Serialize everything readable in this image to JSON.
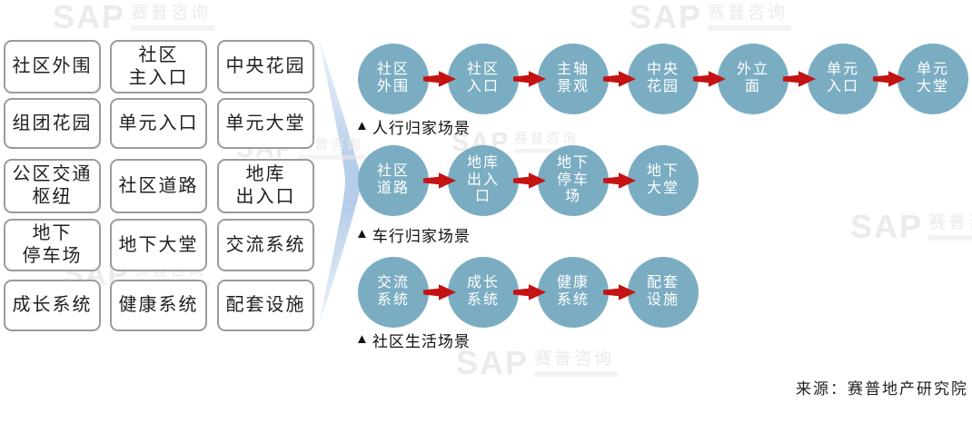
{
  "palette": {
    "circle_fill": "#7badc2",
    "arrow_red": "#c41312",
    "box_border": "#9b9b9b",
    "text_dark": "#1f1f1f",
    "chevron_light": "#eef4fb",
    "chevron_mid": "#b5cde9",
    "watermark_gray": "#edeae8"
  },
  "grid": {
    "boxes": [
      "社区外围",
      "社区\n主入口",
      "中央花园",
      "组团花园",
      "单元入口",
      "单元大堂",
      "公区交通\n枢纽",
      "社区道路",
      "地库\n出入口",
      "地下\n停车场",
      "地下大堂",
      "交流系统",
      "成长系统",
      "健康系统",
      "配套设施"
    ]
  },
  "flows": [
    {
      "marker": "▲",
      "caption": "人行归家场景",
      "nodes": [
        "社区\n外围",
        "社区\n入口",
        "主轴\n景观",
        "中央\n花园",
        "外立\n面",
        "单元\n入口",
        "单元\n大堂"
      ]
    },
    {
      "marker": "▲",
      "caption": "车行归家场景",
      "nodes": [
        "社区\n道路",
        "地库\n出入\n口",
        "地下\n停车\n场",
        "地下\n大堂"
      ]
    },
    {
      "marker": "▲",
      "caption": "社区生活场景",
      "nodes": [
        "交流\n系统",
        "成长\n系统",
        "健康\n系统",
        "配套\n设施"
      ]
    }
  ],
  "source": "来源：赛普地产研究院",
  "watermark": {
    "brand": "SAP",
    "cn": "赛普咨询"
  }
}
